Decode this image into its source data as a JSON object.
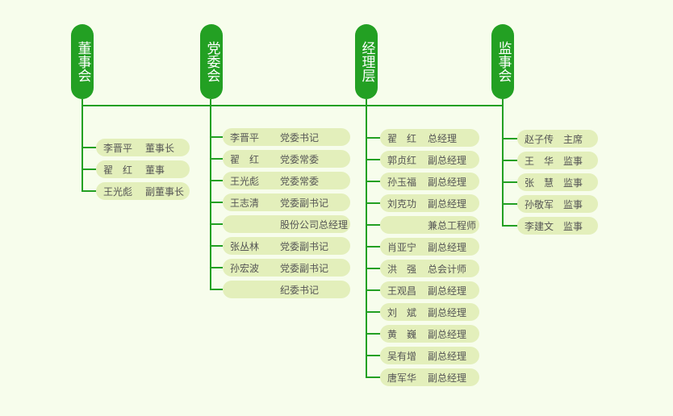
{
  "colors": {
    "line": "#23a023",
    "header_bg": "#23a023",
    "pill_bg": "#e3efbb",
    "pill_text": "#555555",
    "page_bg": "#f7fdec"
  },
  "columns": [
    {
      "title": "董事会",
      "members": [
        {
          "name": "李晋平",
          "role": "董事长"
        },
        {
          "name": "翟　红",
          "role": "董事"
        },
        {
          "name": "王光彪",
          "role": "副董事长"
        }
      ]
    },
    {
      "title": "党委会",
      "members": [
        {
          "name": "李晋平",
          "role": "党委书记"
        },
        {
          "name": "翟　红",
          "role": "党委常委"
        },
        {
          "name": "王光彪",
          "role": "党委常委"
        },
        {
          "name": "王志清",
          "role": "党委副书记"
        },
        {
          "name": "",
          "role": "股份公司总经理"
        },
        {
          "name": "张丛林",
          "role": "党委副书记"
        },
        {
          "name": "孙宏波",
          "role": "党委副书记"
        },
        {
          "name": "",
          "role": "纪委书记"
        }
      ]
    },
    {
      "title": "经理层",
      "members": [
        {
          "name": "翟　红",
          "role": "总经理"
        },
        {
          "name": "郭贞红",
          "role": "副总经理"
        },
        {
          "name": "孙玉福",
          "role": "副总经理"
        },
        {
          "name": "刘克功",
          "role": "副总经理"
        },
        {
          "name": "",
          "role": "兼总工程师"
        },
        {
          "name": "肖亚宁",
          "role": "副总经理"
        },
        {
          "name": "洪　强",
          "role": "总会计师"
        },
        {
          "name": "王观昌",
          "role": "副总经理"
        },
        {
          "name": "刘　斌",
          "role": "副总经理"
        },
        {
          "name": "黄　巍",
          "role": "副总经理"
        },
        {
          "name": "吴有增",
          "role": "副总经理"
        },
        {
          "name": "唐军华",
          "role": "副总经理"
        }
      ]
    },
    {
      "title": "监事会",
      "members": [
        {
          "name": "赵子传",
          "role": "主席"
        },
        {
          "name": "王　华",
          "role": "监事"
        },
        {
          "name": "张　慧",
          "role": "监事"
        },
        {
          "name": "孙敬军",
          "role": "监事"
        },
        {
          "name": "李建文",
          "role": "监事"
        }
      ]
    }
  ]
}
